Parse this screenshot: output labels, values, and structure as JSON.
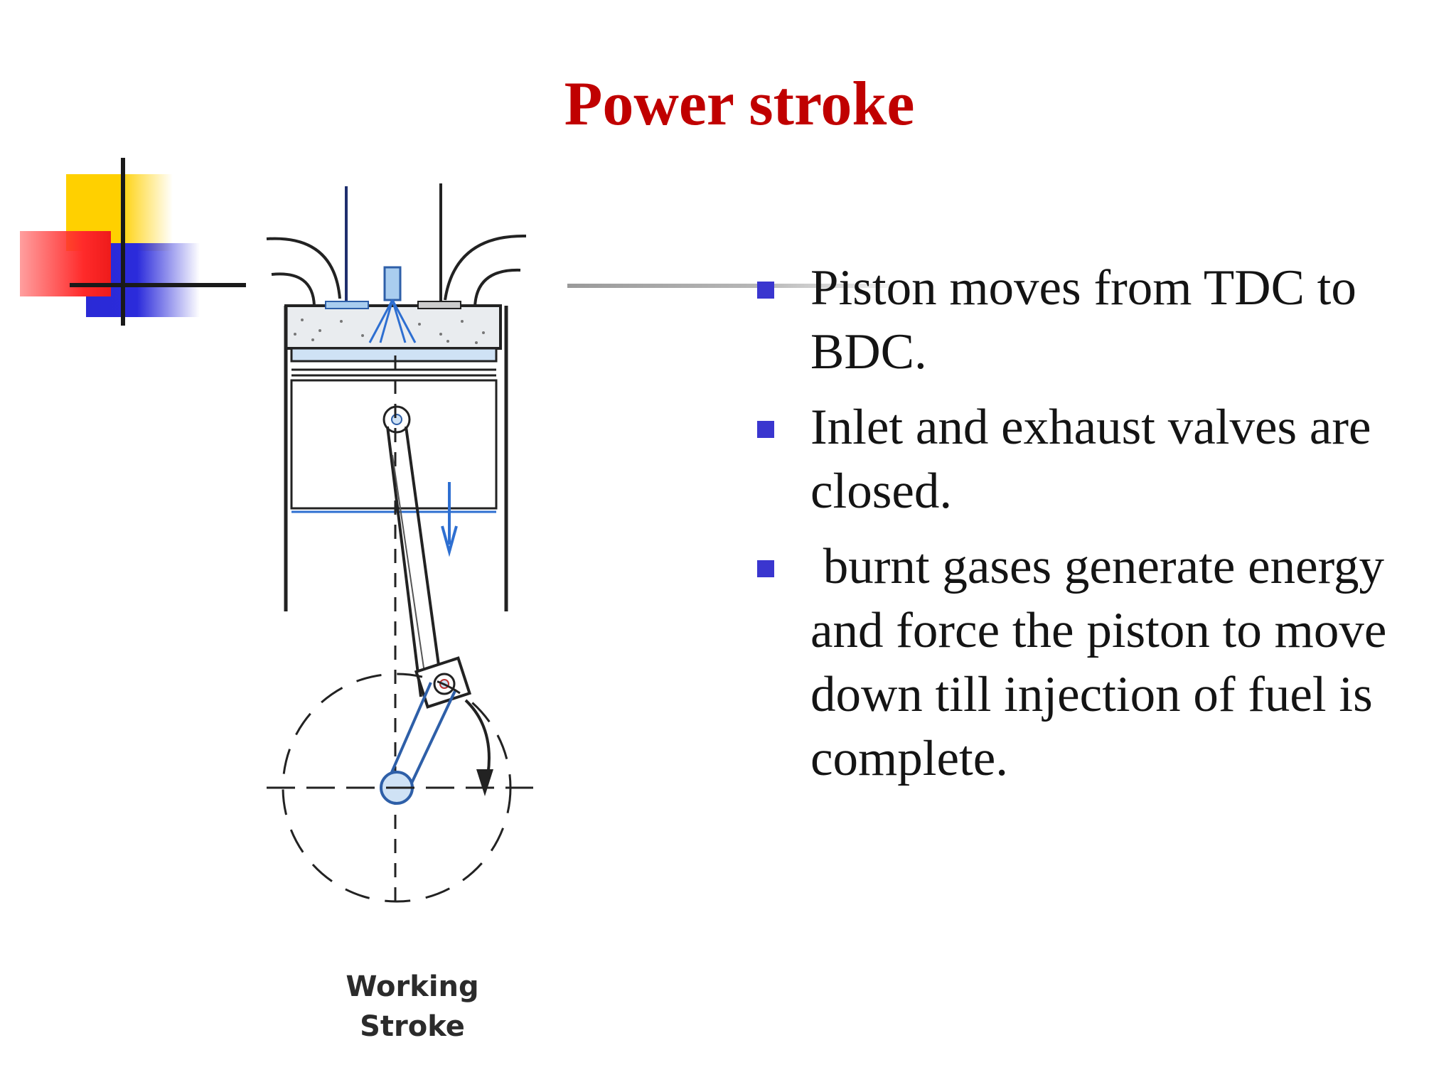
{
  "slide": {
    "title": "Power stroke",
    "bullets": [
      "Piston moves from TDC to BDC.",
      "Inlet and exhaust valves are closed.",
      " burnt gases generate energy and force the piston to move down till injection of fuel is complete."
    ],
    "figure": {
      "caption_line1": "Working",
      "caption_line2": "Stroke"
    },
    "colors": {
      "title": "#c00000",
      "bullet_marker": "#3a36cf",
      "diagram_accent": "#2e6fd1",
      "logo_yellow": "#ffd000",
      "logo_red": "#ff2a2a",
      "logo_blue": "#2b2bdb"
    }
  }
}
